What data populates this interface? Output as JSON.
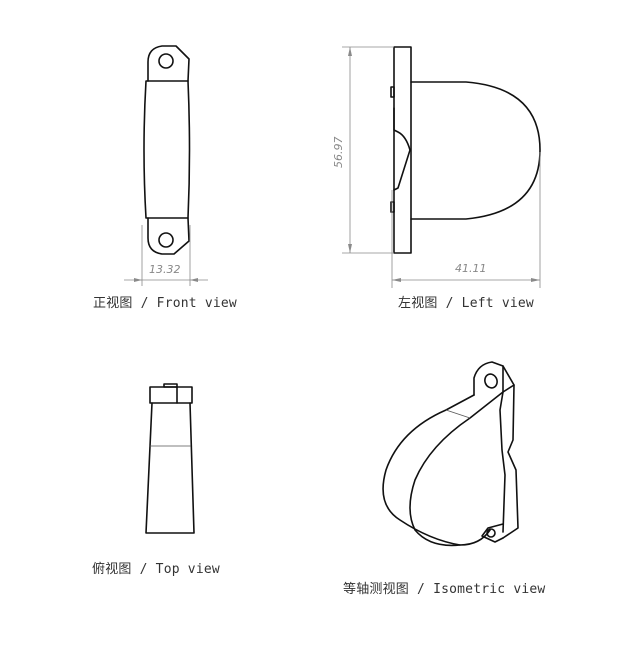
{
  "drawing": {
    "views": {
      "front": {
        "label": "正视图 / Front view",
        "dimension": "13.32"
      },
      "left": {
        "label": "左视图 / Left view",
        "dimension_height": "56.97",
        "dimension_width": "41.11"
      },
      "top": {
        "label": "俯视图 / Top view"
      },
      "isometric": {
        "label": "等轴测视图 / Isometric view"
      }
    },
    "colors": {
      "background": "#ffffff",
      "edge": "#111111",
      "dimension": "#8a8a8a",
      "label_text": "#333333"
    }
  }
}
